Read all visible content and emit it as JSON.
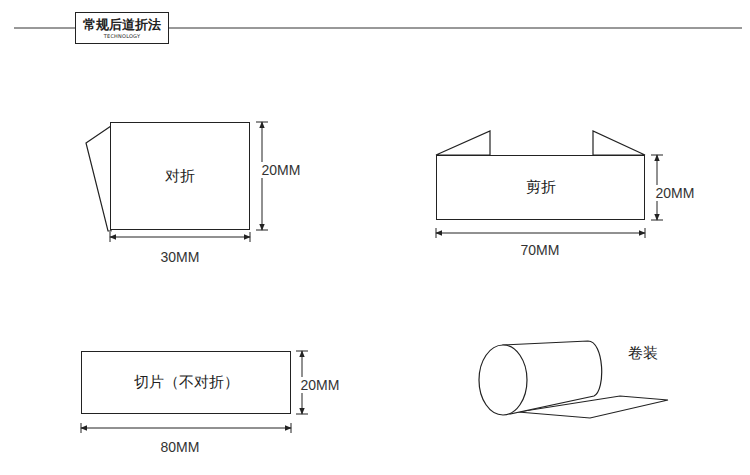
{
  "diagram": {
    "nodes": [
      {
        "text": [
          "常规后道折法",
          "TECHNOLOGY"
        ]
      },
      {
        "text": [
          "对折"
        ]
      },
      {
        "text": [
          "剪折"
        ]
      },
      {
        "text": [
          "切片（不对折）"
        ]
      },
      {
        "text": [
          "卷装"
        ]
      }
    ],
    "labels": [
      "20MM",
      "30MM",
      "20MM",
      "70MM",
      "20MM",
      "80MM"
    ]
  }
}
